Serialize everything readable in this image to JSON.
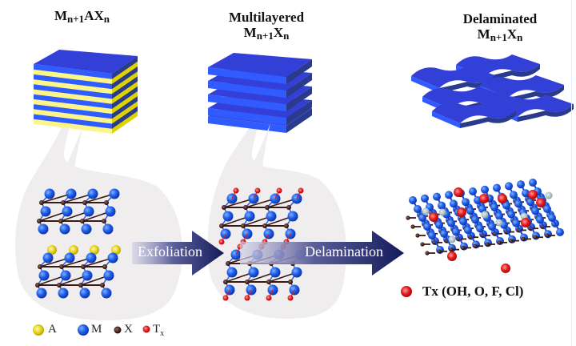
{
  "figure": {
    "panels": [
      {
        "id": "max",
        "title_main": "M",
        "title_parts": [
          "n+1",
          "AX",
          "n"
        ],
        "title_line1": "",
        "layer_colors": [
          "#3a46e0",
          "#f5f07a"
        ]
      },
      {
        "id": "multilayered",
        "title_line1": "Multilayered",
        "title_main": "M",
        "title_parts": [
          "n+1",
          "X",
          "n"
        ]
      },
      {
        "id": "delaminated",
        "title_line1": "Delaminated",
        "title_main": "M",
        "title_parts": [
          "n+1",
          "X",
          "n"
        ]
      }
    ],
    "arrows": [
      {
        "label": "Exfoliation"
      },
      {
        "label": "Delamination"
      }
    ],
    "legend": [
      {
        "atom": "A",
        "sub": "",
        "color": "#e6d21c"
      },
      {
        "atom": "M",
        "sub": "",
        "color": "#1f5fe8"
      },
      {
        "atom": "X",
        "sub": "",
        "color": "#3a1a14"
      },
      {
        "atom": "T",
        "sub": "x",
        "color": "#e21a1a"
      }
    ],
    "tx_note": "Tx (OH, O, F, Cl)",
    "colors": {
      "slab_top": "#3340d8",
      "slab_front": "#2f5bff",
      "slab_side": "#2a3a8c",
      "yellow_layer": "#fbf58a",
      "yellow_side": "#dcd300",
      "bubble": "#efedee",
      "arrow_dark": "#141a5a",
      "arrow_light": "#c9c8e0"
    }
  }
}
